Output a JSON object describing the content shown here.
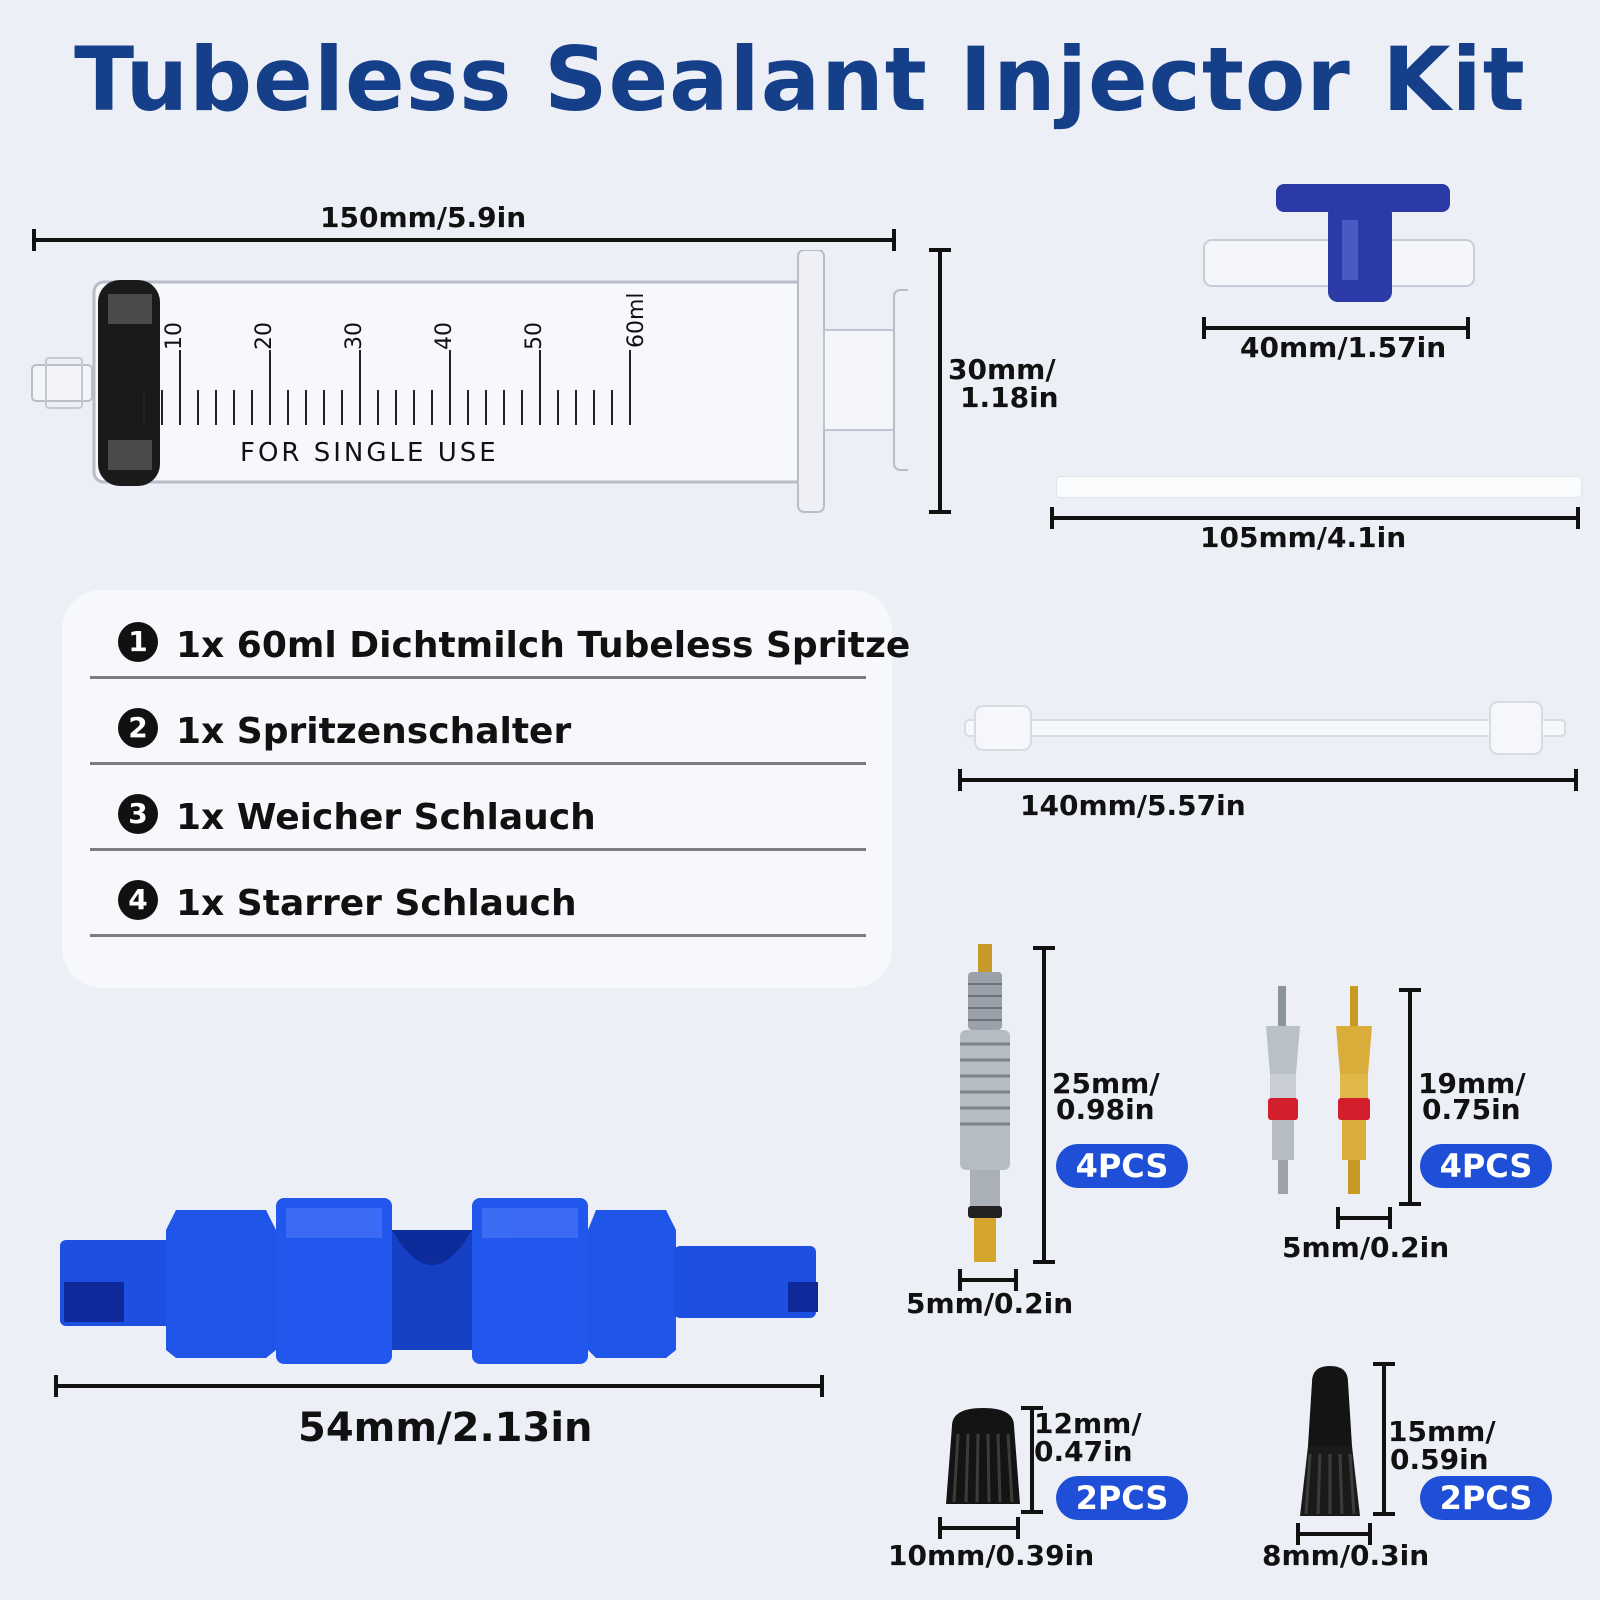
{
  "title": "Tubeless Sealant Injector Kit",
  "syringe": {
    "scale_marks": [
      "10",
      "20",
      "30",
      "40",
      "50",
      "60ml"
    ],
    "imprint": "FOR SINGLE USE",
    "length": "150mm/5.9in",
    "height_line1": "30mm/",
    "height_line2": "1.18in"
  },
  "switch": {
    "length": "40mm/1.57in"
  },
  "soft_tube": {
    "length": "105mm/4.1in"
  },
  "rigid_tube": {
    "length": "140mm/5.57in"
  },
  "parts_list": [
    {
      "num": "1",
      "label": "1x 60ml Dichtmilch Tubeless Spritze"
    },
    {
      "num": "2",
      "label": "1x Spritzenschalter"
    },
    {
      "num": "3",
      "label": "1x Weicher Schlauch"
    },
    {
      "num": "4",
      "label": "1x Starrer Schlauch"
    }
  ],
  "valve_tool": {
    "length": "54mm/2.13in"
  },
  "presta_core": {
    "height_line1": "25mm/",
    "height_line2": "0.98in",
    "width": "5mm/0.2in",
    "qty": "4PCS"
  },
  "schrader_core": {
    "height_line1": "19mm/",
    "height_line2": "0.75in",
    "width": "5mm/0.2in",
    "qty": "4PCS"
  },
  "schrader_cap": {
    "height_line1": "12mm/",
    "height_line2": "0.47in",
    "width": "10mm/0.39in",
    "qty": "2PCS"
  },
  "presta_cap": {
    "height_line1": "15mm/",
    "height_line2": "0.59in",
    "width": "8mm/0.3in",
    "qty": "2PCS"
  },
  "colors": {
    "title": "#163f8a",
    "badge": "#1f4fd6",
    "tool": "#1d4fe0",
    "background": "#eceff6"
  }
}
